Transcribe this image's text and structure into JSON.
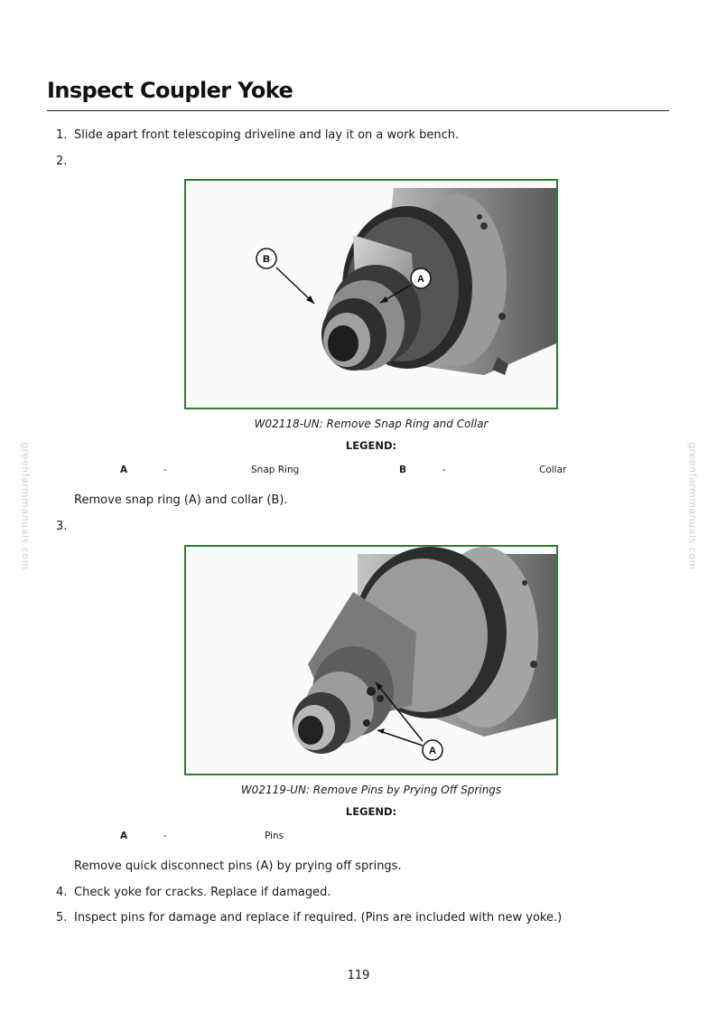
{
  "title": "Inspect Coupler Yoke",
  "steps": [
    {
      "num": "1.",
      "text": "Slide apart front telescoping driveline and lay it on a work bench."
    },
    {
      "num": "2."
    },
    {
      "num": "3."
    },
    {
      "num": "4.",
      "text": "Check yoke for cracks. Replace if damaged."
    },
    {
      "num": "5.",
      "text": "Inspect pins for damage and replace if required. (Pins are included with new yoke.)"
    }
  ],
  "figure1": {
    "caption": "W02118-UN: Remove Snap Ring and Collar",
    "legend_title": "LEGEND:",
    "legend": [
      {
        "key": "A",
        "dash": "-",
        "label": "Snap Ring"
      },
      {
        "key": "B",
        "dash": "-",
        "label": "Collar"
      }
    ],
    "callouts": [
      "B",
      "A"
    ],
    "instruction": "Remove snap ring (A) and collar (B)."
  },
  "figure2": {
    "caption": "W02119-UN: Remove Pins by Prying Off Springs",
    "legend_title": "LEGEND:",
    "legend": [
      {
        "key": "A",
        "dash": "-",
        "label": "Pins"
      }
    ],
    "callouts": [
      "A"
    ],
    "instruction": "Remove quick disconnect pins (A) by prying off springs."
  },
  "watermark": "greenfarmmanuals.com",
  "page_number": "119",
  "colors": {
    "figure_border": "#2e7d32",
    "watermark": "#d0d0d0"
  }
}
